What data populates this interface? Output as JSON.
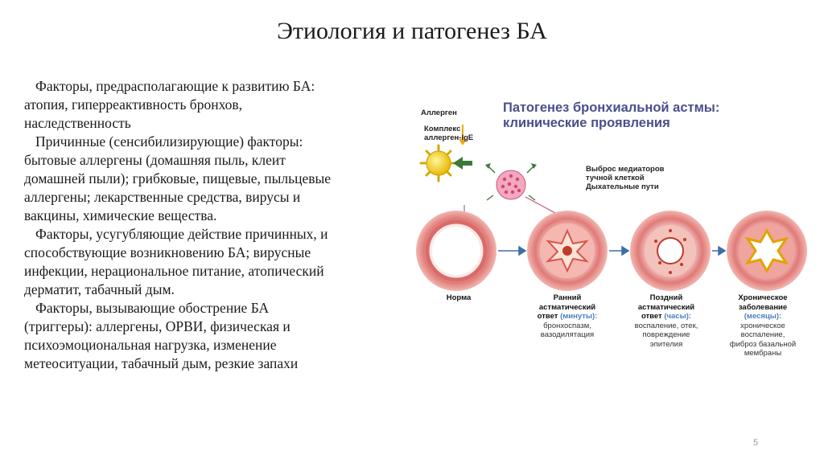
{
  "slide": {
    "title": "Этиология и патогенез БА",
    "page_number": "5"
  },
  "text": {
    "p1_l1": "Факторы, предрасполагающие к развитию БА:",
    "p1_l2": "атопия, гиперреактивность бронхов,",
    "p1_l3": "наследственность",
    "p2_l1": "Причинные (сенсибилизирующие) факторы:",
    "p2_l2": "бытовые аллергены (домашняя пыль, клеит",
    "p2_l3": "домашней пыли); грибковые, пищевые, пыльцевые",
    "p2_l4": "аллергены; лекарственные средства, вирусы и",
    "p2_l5": "вакцины, химические вещества.",
    "p3_l1": "Факторы, усугубляющие действие причинных, и",
    "p3_l2": "способствующие возникновению БА; вирусные",
    "p3_l3": "инфекции, нерациональное питание, атопический",
    "p3_l4": "дерматит, табачный дым.",
    "p4_l1": "Факторы, вызывающие обострение БА",
    "p4_l2": "(триггеры): аллергены, ОРВИ, физическая и",
    "p4_l3": "психоэмоциональная нагрузка, изменение",
    "p4_l4": "метеоситуации, табачный дым, резкие запахи"
  },
  "figure": {
    "title_l1": "Патогенез бронхиальной астмы:",
    "title_l2": "клинические проявления",
    "allergen": "Аллерген",
    "complex_l1": "Комплекс",
    "complex_l2": "аллерген-IgE",
    "release_l1": "Выброс медиаторов",
    "release_l2": "тучной клеткой",
    "airways": "Дыхательные пути",
    "stages": [
      {
        "name": "Норма"
      },
      {
        "name_l1": "Ранний",
        "name_l2": "астматический",
        "name_l3": "ответ",
        "time": "(минуты):",
        "desc_l1": "бронхоспазм,",
        "desc_l2": "вазодилятация"
      },
      {
        "name_l1": "Поздний",
        "name_l2": "астматический",
        "name_l3": "ответ",
        "time": "(часы):",
        "desc_l1": "воспаление, отек,",
        "desc_l2": "повреждение",
        "desc_l3": "эпителия"
      },
      {
        "name_l1": "Хроническое",
        "name_l2": "заболевание",
        "time": "(месяцы):",
        "desc_l1": "хроническое",
        "desc_l2": "воспаление,",
        "desc_l3": "фиброз базальной",
        "desc_l4": "мембраны"
      }
    ],
    "colors": {
      "title": "#4a4f8c",
      "time": "#4a7fc0",
      "tissue": "#e07a78",
      "arrow": "#3d7a3a"
    }
  }
}
